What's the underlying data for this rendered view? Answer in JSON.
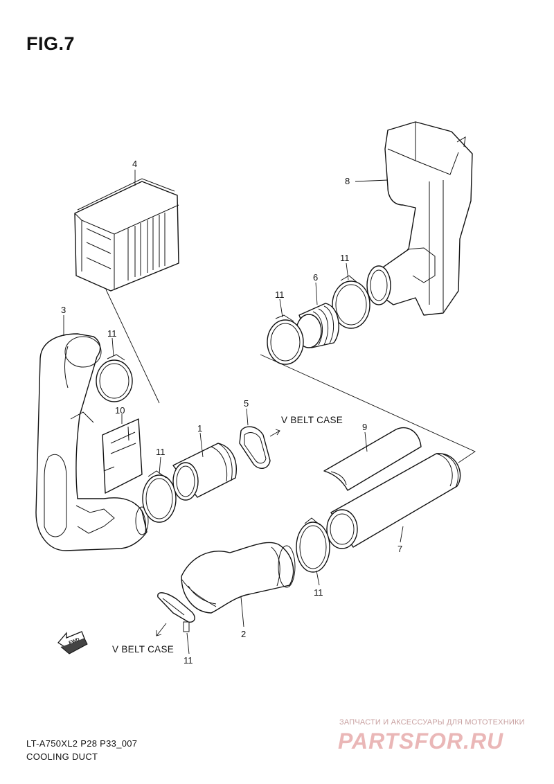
{
  "figure": {
    "title": "FIG.7"
  },
  "callouts": {
    "p1": "1",
    "p2": "2",
    "p3": "3",
    "p4": "4",
    "p5": "5",
    "p6": "6",
    "p7": "7",
    "p8": "8",
    "p9": "9",
    "p10": "10",
    "p11_a": "11",
    "p11_b": "11",
    "p11_c": "11",
    "p11_d": "11",
    "p11_e": "11",
    "p11_f": "11"
  },
  "labels": {
    "vbelt_top": "V BELT CASE",
    "vbelt_bottom": "V BELT CASE",
    "fwd": "FWD"
  },
  "footer": {
    "code": "LT-A750XL2 P28 P33_007",
    "name": "COOLING DUCT"
  },
  "watermark": {
    "text": "ЗАПЧАСТИ И АКСЕССУАРЫ ДЛЯ МОТОТЕХНИКИ",
    "logo": "PARTSFOR.RU"
  }
}
